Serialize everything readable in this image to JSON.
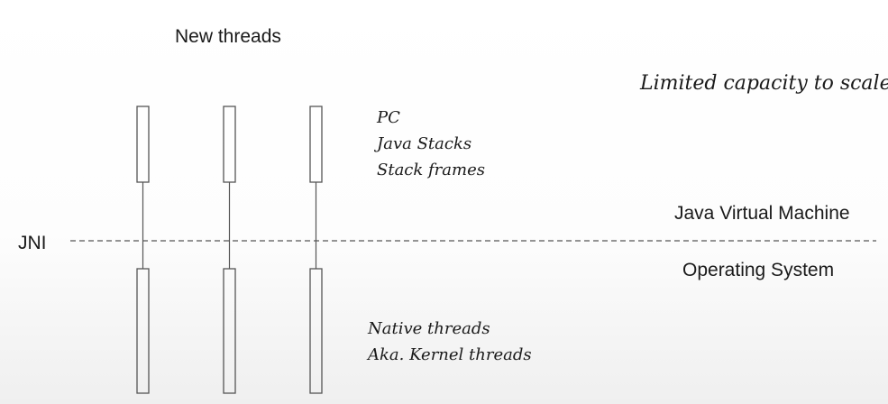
{
  "labels": {
    "new_threads": "New threads",
    "limited_capacity": "Limited capacity to scale",
    "jni": "JNI",
    "jvm": "Java Virtual Machine",
    "os": "Operating System"
  },
  "java_thread_notes": [
    "PC",
    "Java Stacks",
    "Stack frames"
  ],
  "native_thread_notes": [
    "Native threads",
    "Aka. Kernel threads"
  ],
  "colors": {
    "ink": "#1a1a1a",
    "line": "#555555"
  }
}
